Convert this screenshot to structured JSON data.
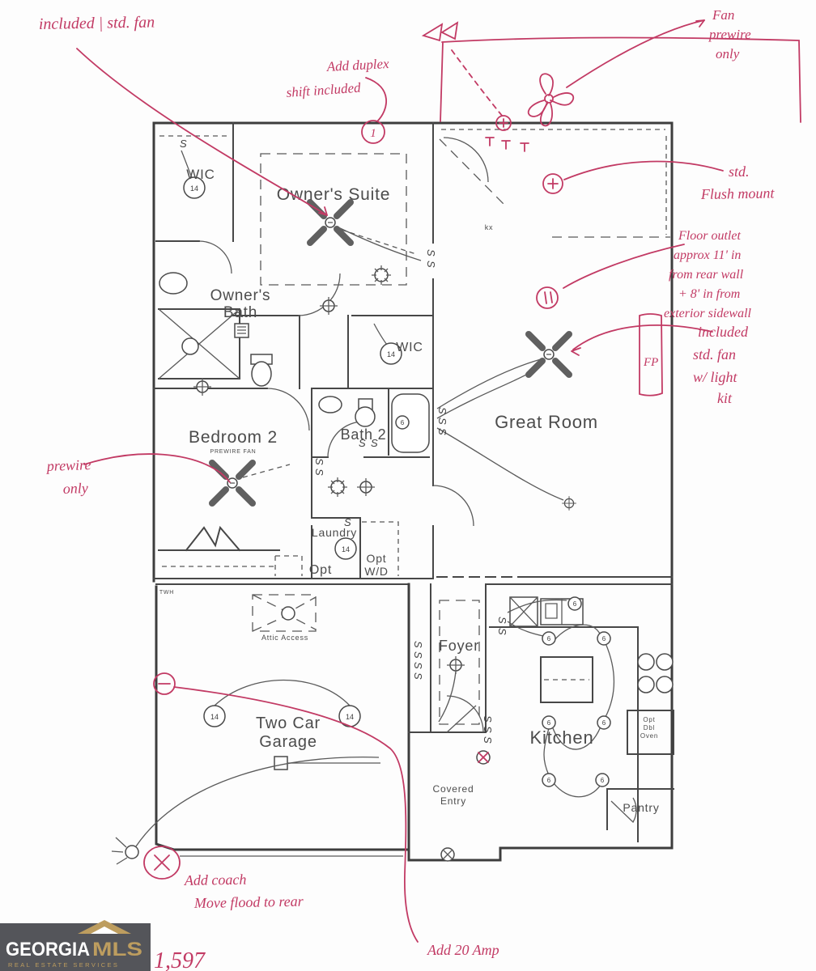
{
  "document": {
    "type": "hand-annotated electrical floor plan"
  },
  "rooms": {
    "wic1": "WIC",
    "owners_suite": "Owner's Suite",
    "owners_bath_1": "Owner's",
    "owners_bath_2": "Bath",
    "wic2": "WIC",
    "bedroom2": "Bedroom 2",
    "bedroom2_note": "PREWIRE FAN",
    "bath2": "Bath 2",
    "great_room": "Great Room",
    "laundry": "Laundry",
    "opt_closet": "Opt",
    "opt_wd_1": "Opt",
    "opt_wd_2": "W/D",
    "attic": "Attic Access",
    "foyer": "Foyer",
    "garage_1": "Two Car",
    "garage_2": "Garage",
    "entry_1": "Covered",
    "entry_2": "Entry",
    "kitchen": "Kitchen",
    "pantry": "Pantry",
    "oven_1": "Opt",
    "oven_2": "Dbl",
    "oven_3": "Oven",
    "twh": "TWH",
    "kx_mark": "kx"
  },
  "electrical": {
    "can_light": "14",
    "recessed": "6",
    "switch": "S",
    "circled_one": "1"
  },
  "annotations": {
    "included_std_fan": "included | std. fan",
    "add_duplex": {
      "l1": "Add duplex",
      "l2": "shift included"
    },
    "fan_prewire": {
      "l1": "Fan",
      "l2": "prewire",
      "l3": "only"
    },
    "std_flush": {
      "l1": "std.",
      "l2": "Flush mount"
    },
    "floor_outlet": {
      "l1": "Floor outlet",
      "l2": "approx 11' in",
      "l3": "from rear wall",
      "l4": "+ 8' in from",
      "l5": "exterior sidewall"
    },
    "included_fan": {
      "l1": "included",
      "l2": "std. fan",
      "l3": "w/ light",
      "l4": "kit"
    },
    "fireplace": "FP",
    "prewire_only": {
      "l1": "prewire",
      "l2": "only"
    },
    "add_coach": {
      "l1": "Add coach",
      "l2": "Move flood to rear"
    },
    "add_20amp": "Add 20 Amp",
    "sqft": "1,597"
  },
  "logo": {
    "name_1": "GEORGIA",
    "name_2": "MLS",
    "tagline": "REAL ESTATE SERVICES"
  },
  "colors": {
    "annotation_ink": "#c23a64",
    "plan_ink": "#3d3d3d",
    "logo_bg": "#54555a",
    "logo_gold": "#bd9d5f"
  }
}
